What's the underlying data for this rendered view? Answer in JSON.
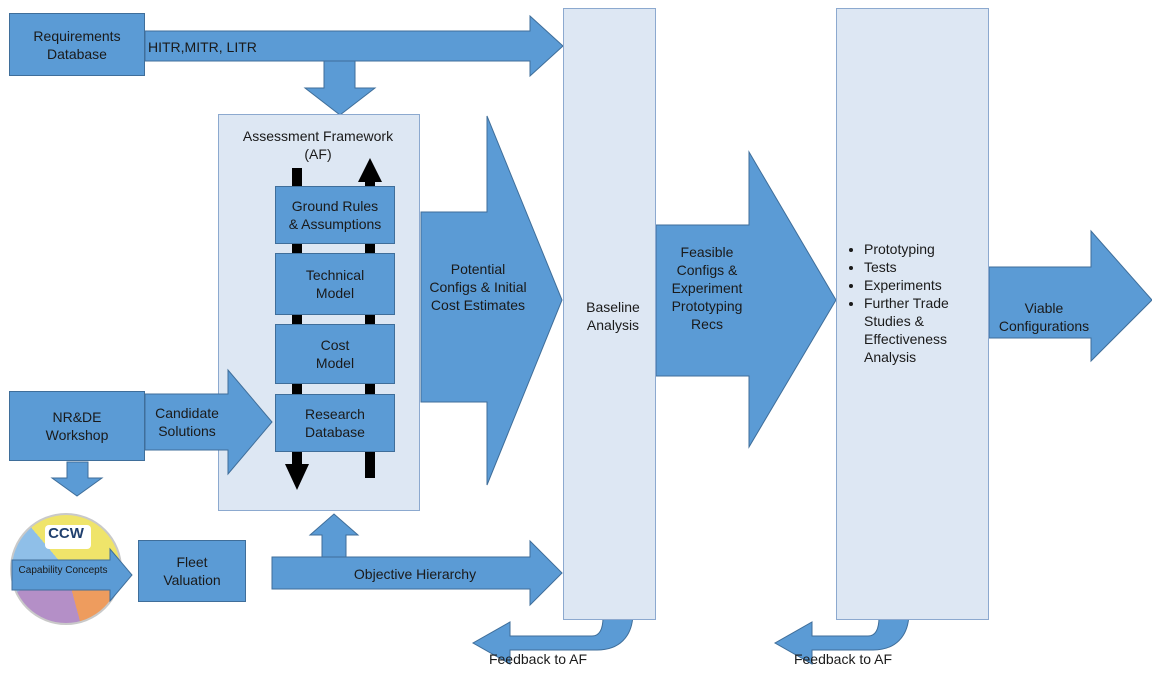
{
  "requirements_database": "Requirements Database",
  "hitr_label": "HITR,MITR, LITR",
  "af_title": "Assessment Framework (AF)",
  "af_boxes": [
    "Ground Rules & Assumptions",
    "Technical Model",
    "Cost Model",
    "Research Database"
  ],
  "nrde_workshop": "NR&DE Workshop",
  "candidate_solutions": "Candidate Solutions",
  "ccw_label": "CCW",
  "capability_concepts": "Capability Concepts",
  "fleet_valuation": "Fleet Valuation",
  "objective_hierarchy": "Objective Hierarchy",
  "potential_configs": "Potential Configs & Initial Cost Estimates",
  "baseline_analysis": "Baseline Analysis",
  "feasible_configs": "Feasible Configs & Experiment Prototyping Recs",
  "bullets": [
    "Prototyping",
    "Tests",
    "Experiments",
    "Further Trade Studies & Effectiveness Analysis"
  ],
  "viable_configurations": "Viable Configurations",
  "feedback_1": "Feedback to AF",
  "feedback_2": "Feedback to AF",
  "colors": {
    "box_blue": "#5b9bd5",
    "pale_panel": "#dde7f3",
    "border": "#3f6e9a",
    "black_arrow": "#000000"
  }
}
